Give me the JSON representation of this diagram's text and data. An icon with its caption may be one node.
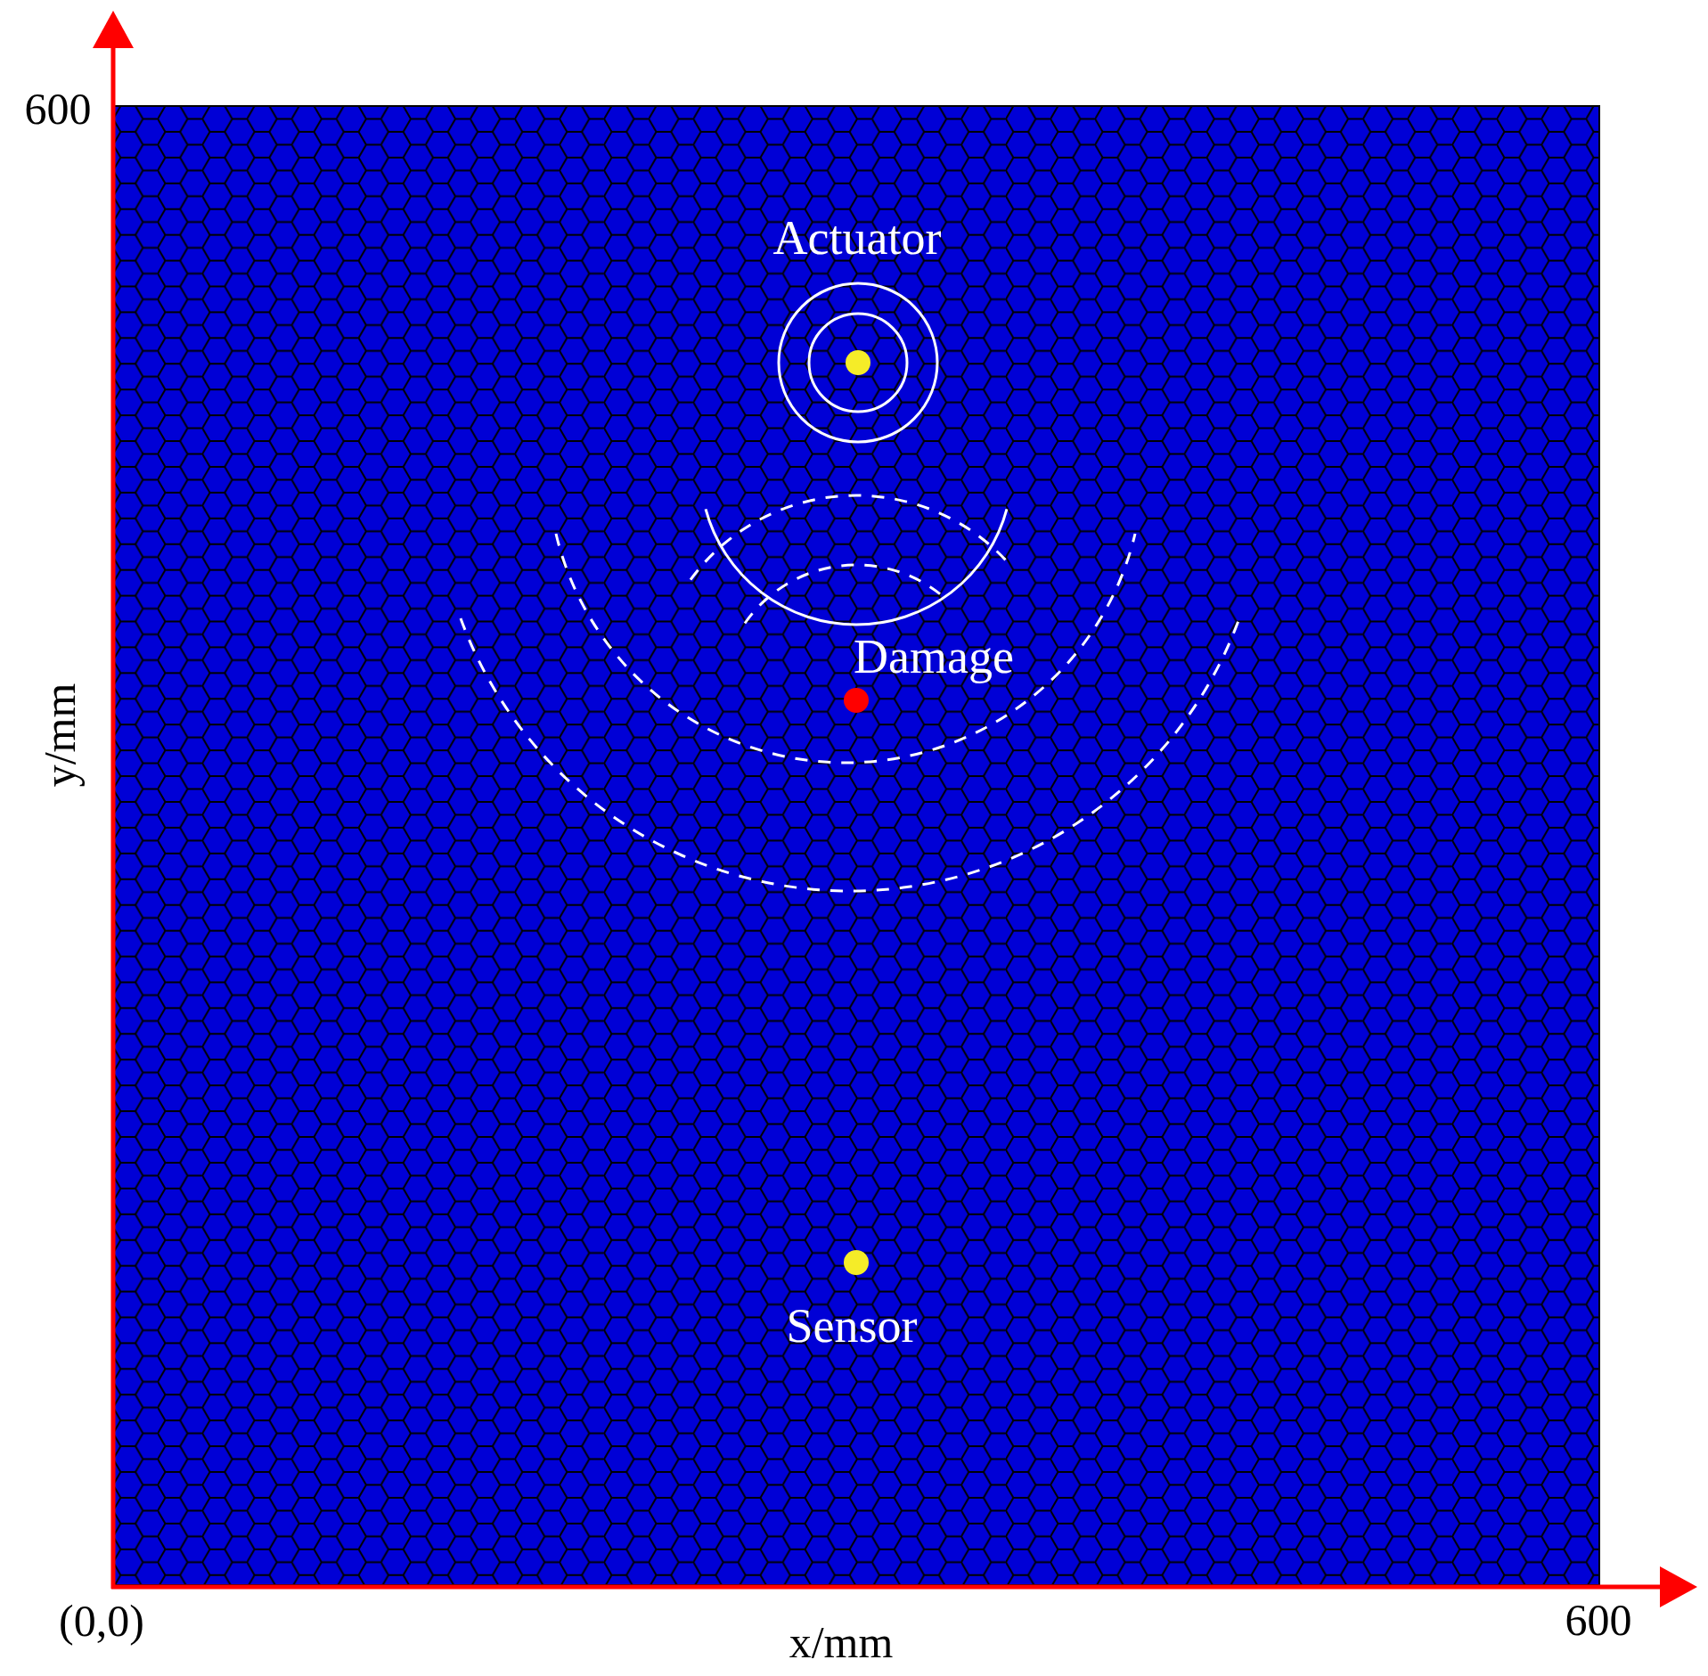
{
  "diagram": {
    "labels": [
      "600",
      "Actuator",
      "Damage",
      "y/mm",
      "Sensor",
      "(0,0)",
      "x/mm",
      "600"
    ]
  }
}
